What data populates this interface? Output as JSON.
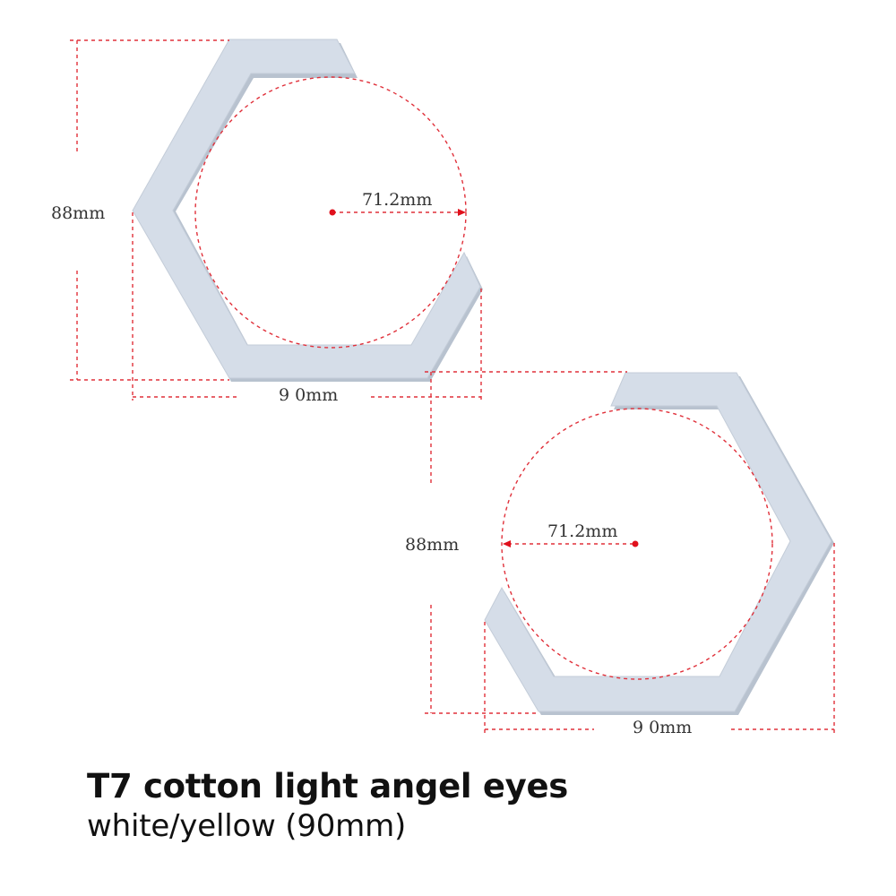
{
  "product": {
    "title": "T7 cotton light angel eyes",
    "subtitle": "white/yellow (90mm)"
  },
  "rings": [
    {
      "height_label": "88mm",
      "width_label": "9 0mm",
      "radius_label": "71.2mm"
    },
    {
      "height_label": "88mm",
      "width_label": "9 0mm",
      "radius_label": "71.2mm"
    }
  ],
  "colors": {
    "ring": "#d5dde8",
    "dimension_line": "#e0303a",
    "center_dot": "#e0101c",
    "text": "#111111"
  }
}
